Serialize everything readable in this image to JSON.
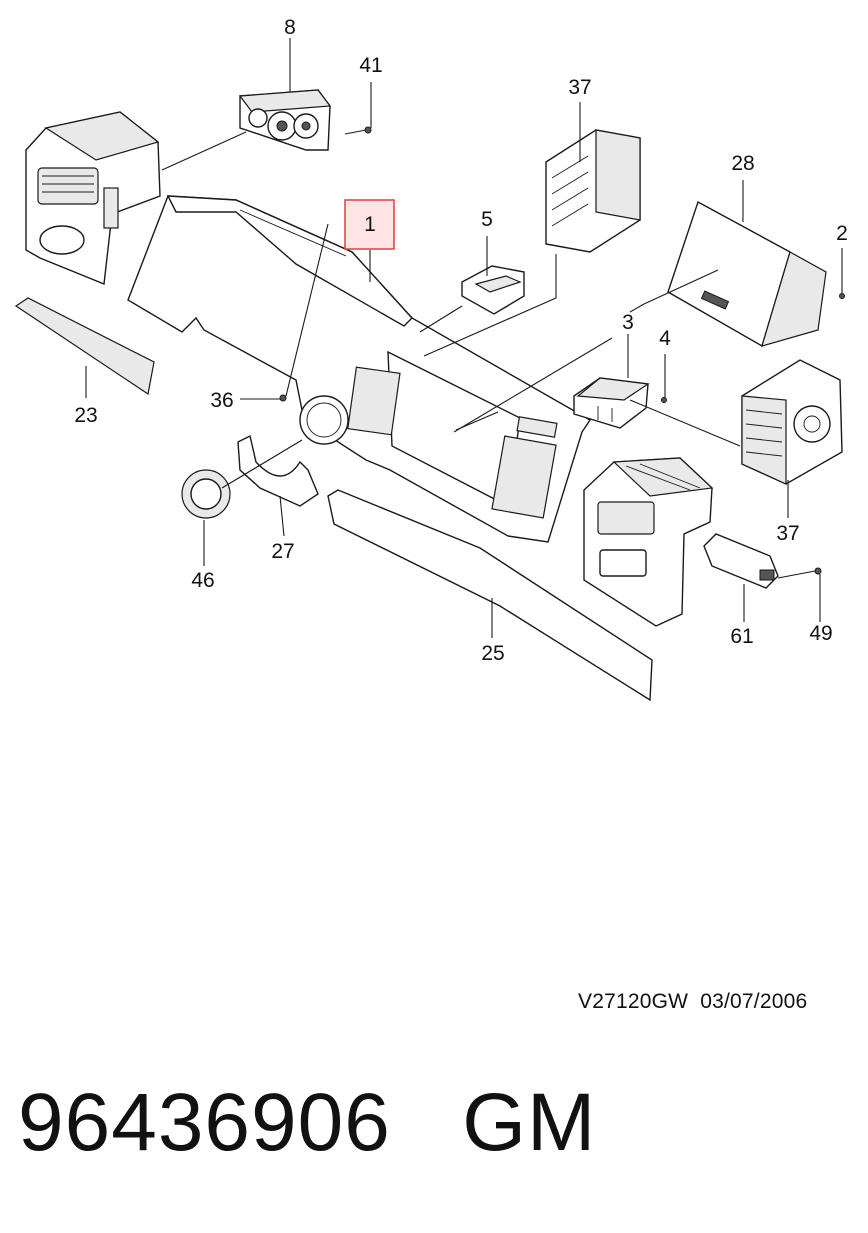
{
  "diagram": {
    "highlight_color": "#e8464f",
    "highlighted_callout": "1",
    "callouts": {
      "c8": "8",
      "c41": "41",
      "c37a": "37",
      "c28": "28",
      "c2": "2",
      "c1": "1",
      "c5": "5",
      "c3": "3",
      "c4": "4",
      "c36": "36",
      "c23": "23",
      "c37b": "37",
      "c27": "27",
      "c46": "46",
      "c25": "25",
      "c61": "61",
      "c49": "49"
    }
  },
  "footer": {
    "drawing_code": "V27120GW  03/07/2006",
    "part_number": "96436906",
    "brand": "GM"
  }
}
